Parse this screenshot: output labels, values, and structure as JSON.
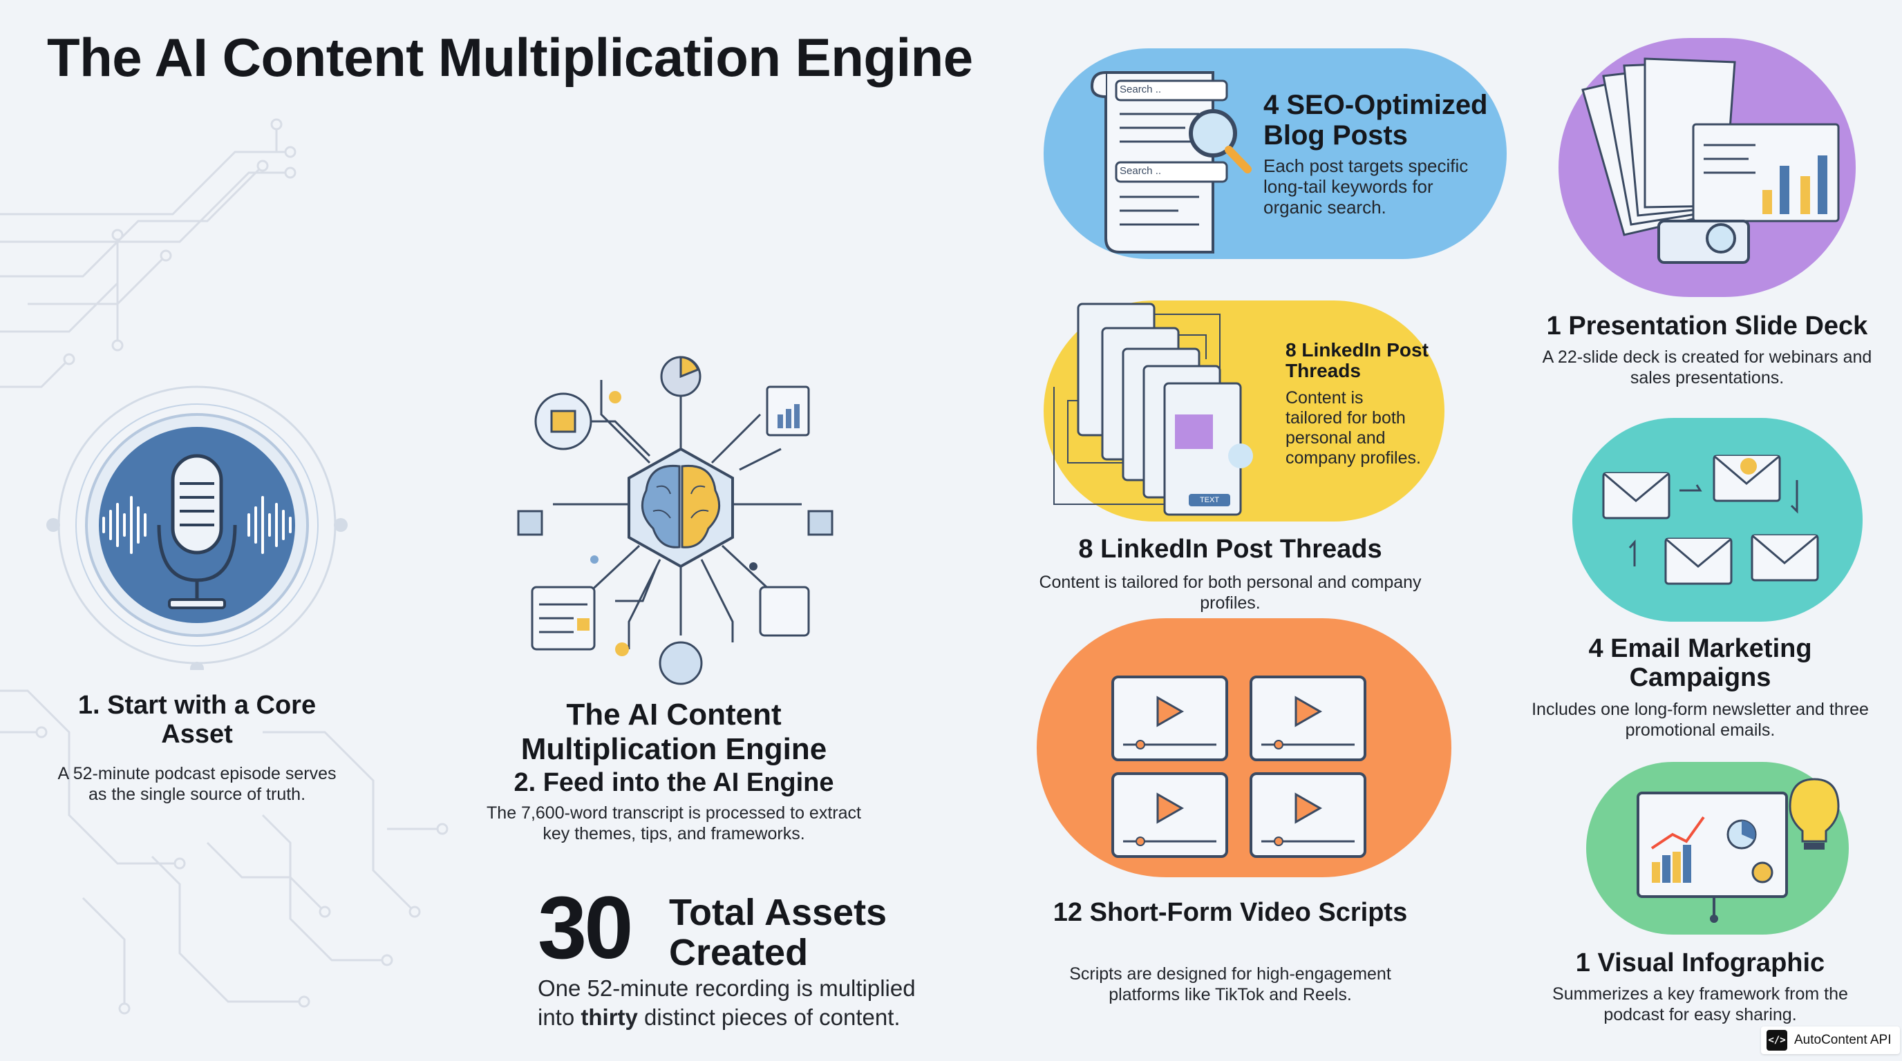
{
  "title": "The AI Content Multiplication Engine",
  "step1": {
    "heading": "1. Start with a Core Asset",
    "text": "A 52-minute podcast episode serves as the single source of truth.",
    "icon": "microphone-icon"
  },
  "step2": {
    "title": "The AI Content Multiplication Engine",
    "heading": "2. Feed into the AI Engine",
    "text": "The 7,600-word transcript is processed to extract key themes, tips, and frameworks.",
    "icon": "brain-hub-icon"
  },
  "total": {
    "number": "30",
    "label": "Total Assets Created",
    "text_before": "One 52-minute recording is multiplied into ",
    "text_bold": "thirty",
    "text_after": " distinct pieces of content."
  },
  "outputs": {
    "blog": {
      "heading": "4 SEO-Optimized Blog Posts",
      "text": "Each post targets specific long-tail keywords for organic search.",
      "search_label_1": "Search ..",
      "search_label_2": "Search ..",
      "color": "#7ec0ec"
    },
    "linkedin": {
      "inner_heading": "8 LinkedIn Post Threads",
      "inner_text": "Content is tailored for both personal and company profiles.",
      "heading": "8 LinkedIn Post Threads",
      "text": "Content is tailored for both personal and company profiles.",
      "card_button": "TEXT",
      "color": "#f7d348"
    },
    "video": {
      "heading": "12 Short-Form Video Scripts",
      "text": "Scripts are designed for high-engagement platforms like TikTok and Reels.",
      "color": "#f89455"
    },
    "deck": {
      "heading": "1 Presentation Slide Deck",
      "text": "A 22-slide deck is created for webinars and sales presentations.",
      "color": "#b98ee3"
    },
    "email": {
      "heading": "4 Email Marketing Campaigns",
      "text": "Includes one long-form newsletter and three promotional emails.",
      "color": "#5ecfc9"
    },
    "infographic": {
      "heading": "1 Visual Infographic",
      "text": "Summerizes a key framework from the podcast for easy sharing.",
      "color": "#77d197"
    }
  },
  "badge": {
    "icon": "code-icon",
    "icon_glyph": "</>",
    "label": "AutoContent API"
  }
}
